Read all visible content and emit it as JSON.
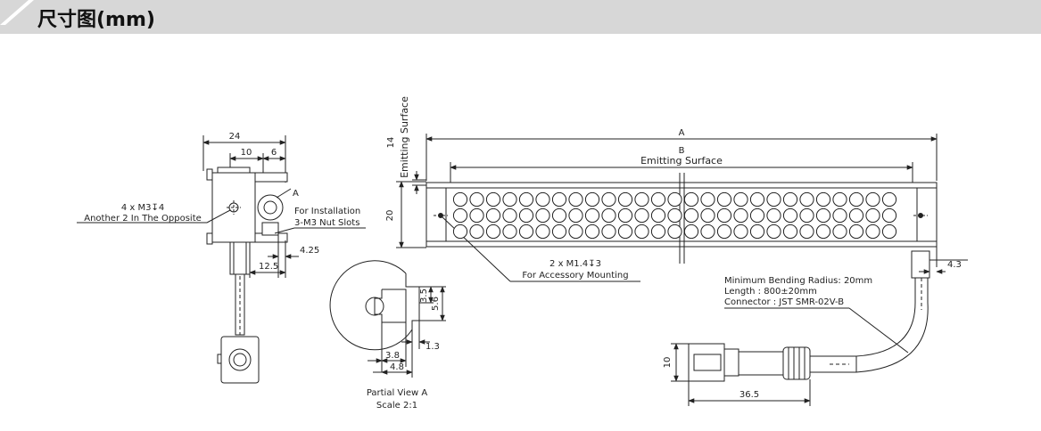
{
  "header": {
    "title": "尺寸图(mm)",
    "accent_color": "#ffffff",
    "bar_color": "#d7d7d7"
  },
  "side_view": {
    "dim_24": "24",
    "dim_10": "10",
    "dim_6": "6",
    "callout_a": "A",
    "thread_note_1": "4 x M3↧4",
    "thread_note_2": "Another 2 In The Opposite",
    "install_note_1": "For Installation",
    "install_note_2": "3-M3 Nut Slots",
    "dim_4_25": "4.25",
    "dim_12_5": "12.5"
  },
  "partial_view": {
    "dim_3_5": "3.5",
    "dim_5_6": "5.6",
    "dim_1_3": "1.3",
    "dim_3_8": "3.8",
    "dim_4_8": "4.8",
    "label_1": "Partial View A",
    "label_2": "Scale 2:1"
  },
  "front_view": {
    "dim_a": "A",
    "dim_b": "B",
    "emitting_surface_b": "Emitting Surface",
    "dim_14": "14",
    "emitting_surface_14": "Emitting Surface",
    "dim_20": "20",
    "mount_note_1": "2 x M1.4↧3",
    "mount_note_2": "For Accessory Mounting",
    "dim_4_3": "4.3"
  },
  "cable": {
    "note_1": "Minimum Bending Radius: 20mm",
    "note_2": "Length : 800±20mm",
    "note_3": "Connector : JST SMR-02V-B",
    "dim_10": "10",
    "dim_36_5": "36.5"
  }
}
